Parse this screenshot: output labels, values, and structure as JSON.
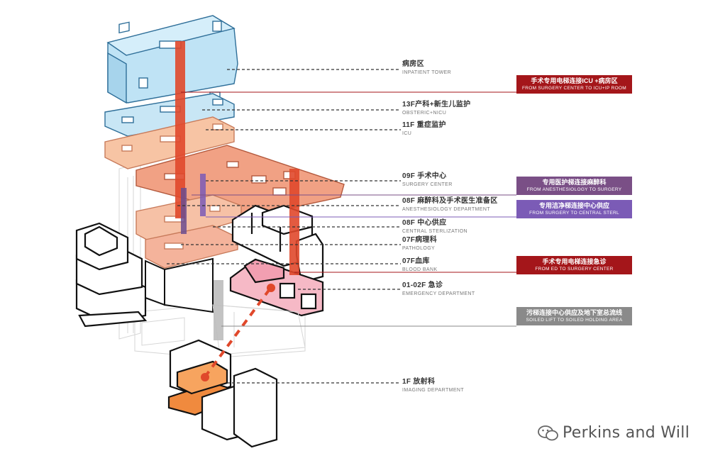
{
  "labels": [
    {
      "zh": "病房区",
      "en": "INPATIENT TOWER"
    },
    {
      "zh": "13F产科+新生儿监护",
      "en": "OBSTERIC+NICU"
    },
    {
      "zh": "11F 重症监护",
      "en": "ICU"
    },
    {
      "zh": "09F 手术中心",
      "en": "SURGERY CENTER"
    },
    {
      "zh": "08F 麻醉科及手术医生准备区",
      "en": "ANESTHESIOLOGY DEPARTMENT"
    },
    {
      "zh": "08F 中心供应",
      "en": "CENTRAL STERLIZATION"
    },
    {
      "zh": "07F病理科",
      "en": "PATHOLOGY"
    },
    {
      "zh": "07F血库",
      "en": "BLOOD BANK"
    },
    {
      "zh": "01-02F 急诊",
      "en": "EMERGENCY DEPARTMENT"
    },
    {
      "zh": "1F 放射科",
      "en": "IMAGING DEPARTMENT"
    }
  ],
  "tags": [
    {
      "zh": "手术专用电梯连接ICU +病房区",
      "en": "FROM SURGERY CENTER TO ICU+IP ROOM",
      "color": "#a4161a"
    },
    {
      "zh": "专用医护梯连接麻醉科",
      "en": "FROM ANESTHESIOLOGY TO SURGERY",
      "color": "#7a4f86"
    },
    {
      "zh": "专用洁净梯连接中心供应",
      "en": "FROM SURGERY TO CENTRAL STERL",
      "color": "#7b5bb6"
    },
    {
      "zh": "手术专用电梯连接急诊",
      "en": "FROM ED TO SURGERY CENTER",
      "color": "#a4161a"
    },
    {
      "zh": "污梯连接中心供应及地下室总流线",
      "en": "SOILED LIFT TO SOILED HOLDING AREA",
      "color": "#8a8a8a"
    }
  ],
  "watermark": "Perkins and Will",
  "colors": {
    "inpatient": "#bfe3f5",
    "icu": "#f7c4a4",
    "surgery": "#f1a184",
    "anesthesiology": "#f6c1a6",
    "pathology": "#f4b39b",
    "emergency": "#f6b9c6",
    "imaging": "#f08a3e",
    "red_lift": "#e0482b",
    "purple_lift": "#6b4c8f",
    "grey_lift": "#bdbdbd"
  }
}
